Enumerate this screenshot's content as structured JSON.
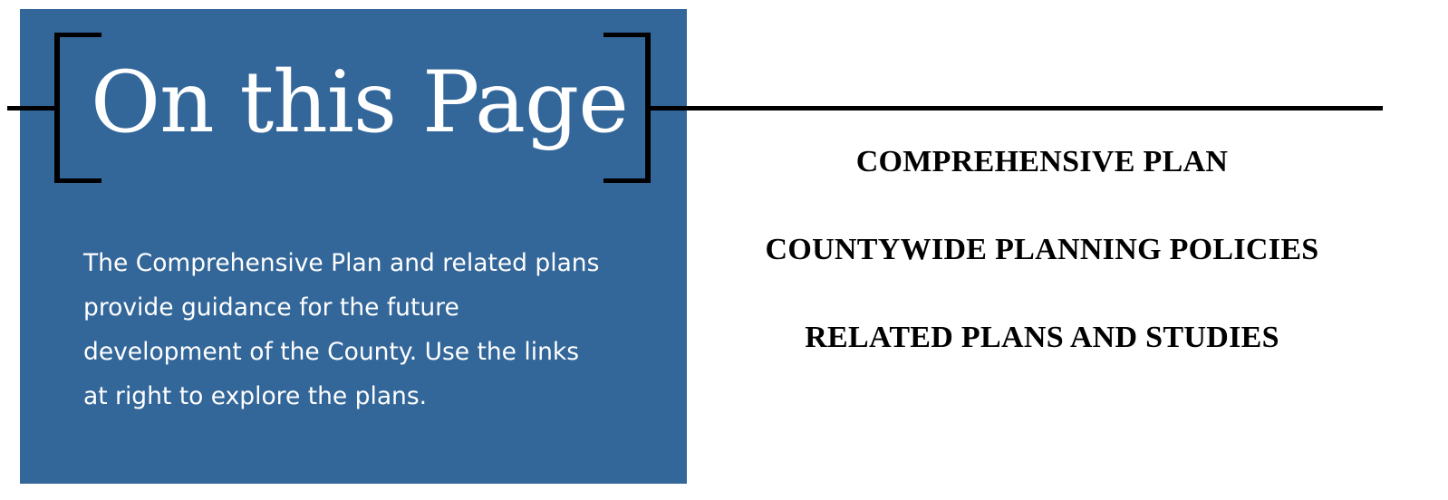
{
  "header": {
    "title": "On this Page"
  },
  "intro": {
    "text": "The Comprehensive Plan and related plans provide guidance for the future development of the County.  Use the links at right to explore the plans."
  },
  "links": [
    {
      "label": "COMPREHENSIVE PLAN"
    },
    {
      "label": "COUNTYWIDE PLANNING POLICIES"
    },
    {
      "label": "RELATED PLANS AND STUDIES"
    }
  ],
  "colors": {
    "panel": "#336699",
    "panel_text": "#ffffff",
    "link_text": "#000000",
    "rule": "#000000"
  }
}
